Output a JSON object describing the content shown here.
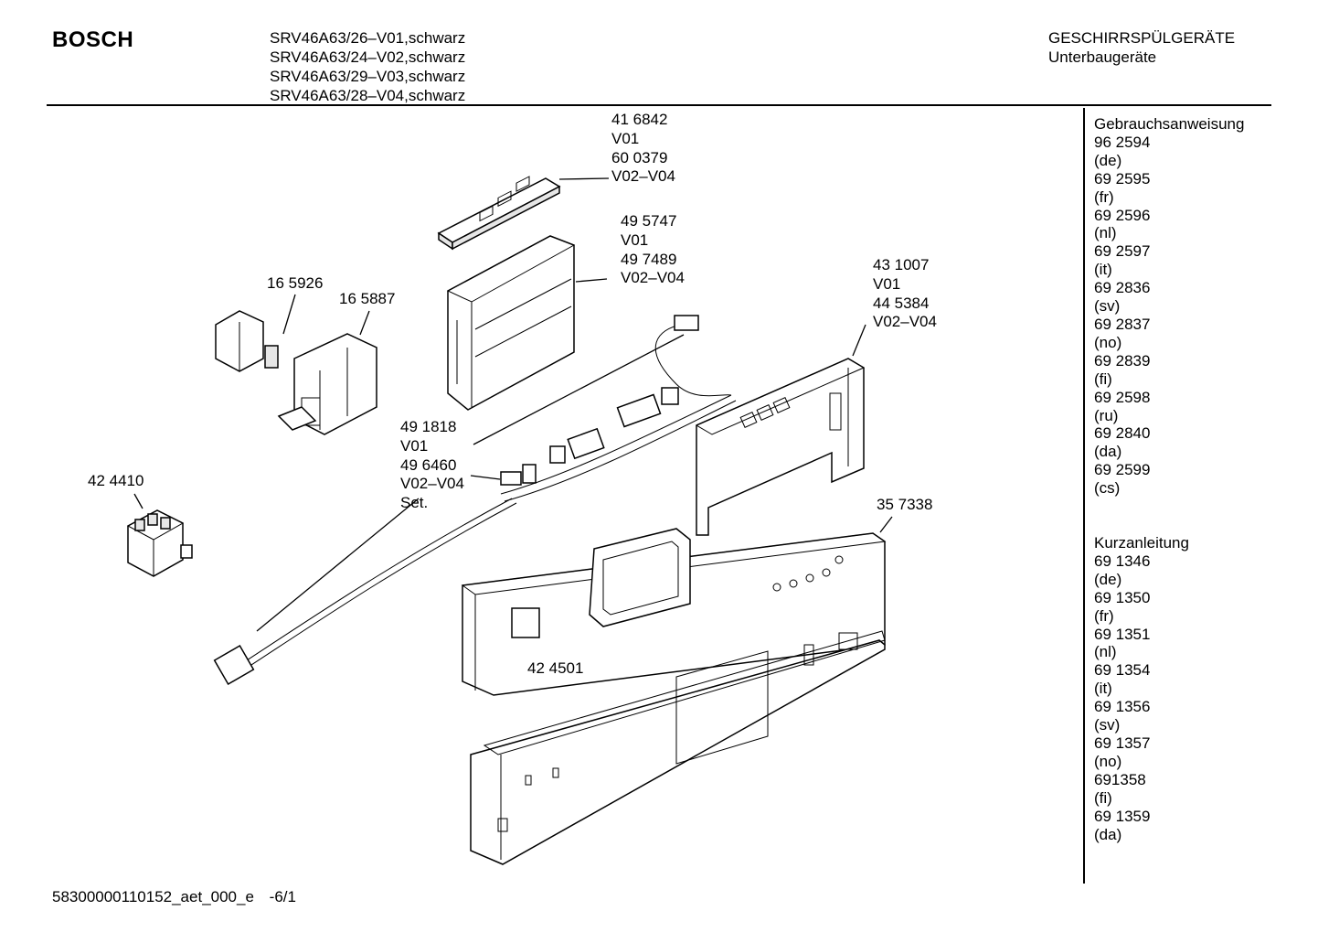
{
  "header": {
    "brand": "BOSCH",
    "models": [
      "SRV46A63/26–V01,schwarz",
      "SRV46A63/24–V02,schwarz",
      "SRV46A63/29–V03,schwarz",
      "SRV46A63/28–V04,schwarz"
    ],
    "category": "GESCHIRRSPÜLGERÄTE",
    "subcategory": "Unterbaugeräte"
  },
  "callouts": {
    "c416842": [
      "41 6842",
      "V01",
      "60 0379",
      "V02–V04"
    ],
    "c495747": [
      "49 5747",
      "V01",
      "49 7489",
      "V02–V04"
    ],
    "c165926": [
      "16 5926"
    ],
    "c165887": [
      "16 5887"
    ],
    "c431007": [
      "43 1007",
      "V01",
      "44 5384",
      "V02–V04"
    ],
    "c491818": [
      "49 1818",
      "V01",
      "49 6460",
      "V02–V04",
      "Set."
    ],
    "c424410": [
      "42 4410"
    ],
    "c357338": [
      "35 7338"
    ],
    "c424501": [
      "42 4501"
    ]
  },
  "sidebar": {
    "manual_title": "Gebrauchsanweisung",
    "manual_items": [
      "96 2594",
      "(de)",
      "69 2595",
      "(fr)",
      "69 2596",
      "(nl)",
      "69 2597",
      "(it)",
      "69 2836",
      "(sv)",
      "69 2837",
      "(no)",
      "69 2839",
      "(fi)",
      "69 2598",
      "(ru)",
      "69 2840",
      "(da)",
      "69 2599",
      "(cs)"
    ],
    "short_title": "Kurzanleitung",
    "short_items": [
      "69 1346",
      "(de)",
      "69 1350",
      "(fr)",
      "69 1351",
      "(nl)",
      "69 1354",
      "(it)",
      "69 1356",
      "(sv)",
      "69 1357",
      "(no)",
      "691358",
      "(fi)",
      "69 1359",
      "(da)"
    ]
  },
  "footer": {
    "doc_id": "58300000110152_aet_000_e",
    "page": "-6/1"
  }
}
